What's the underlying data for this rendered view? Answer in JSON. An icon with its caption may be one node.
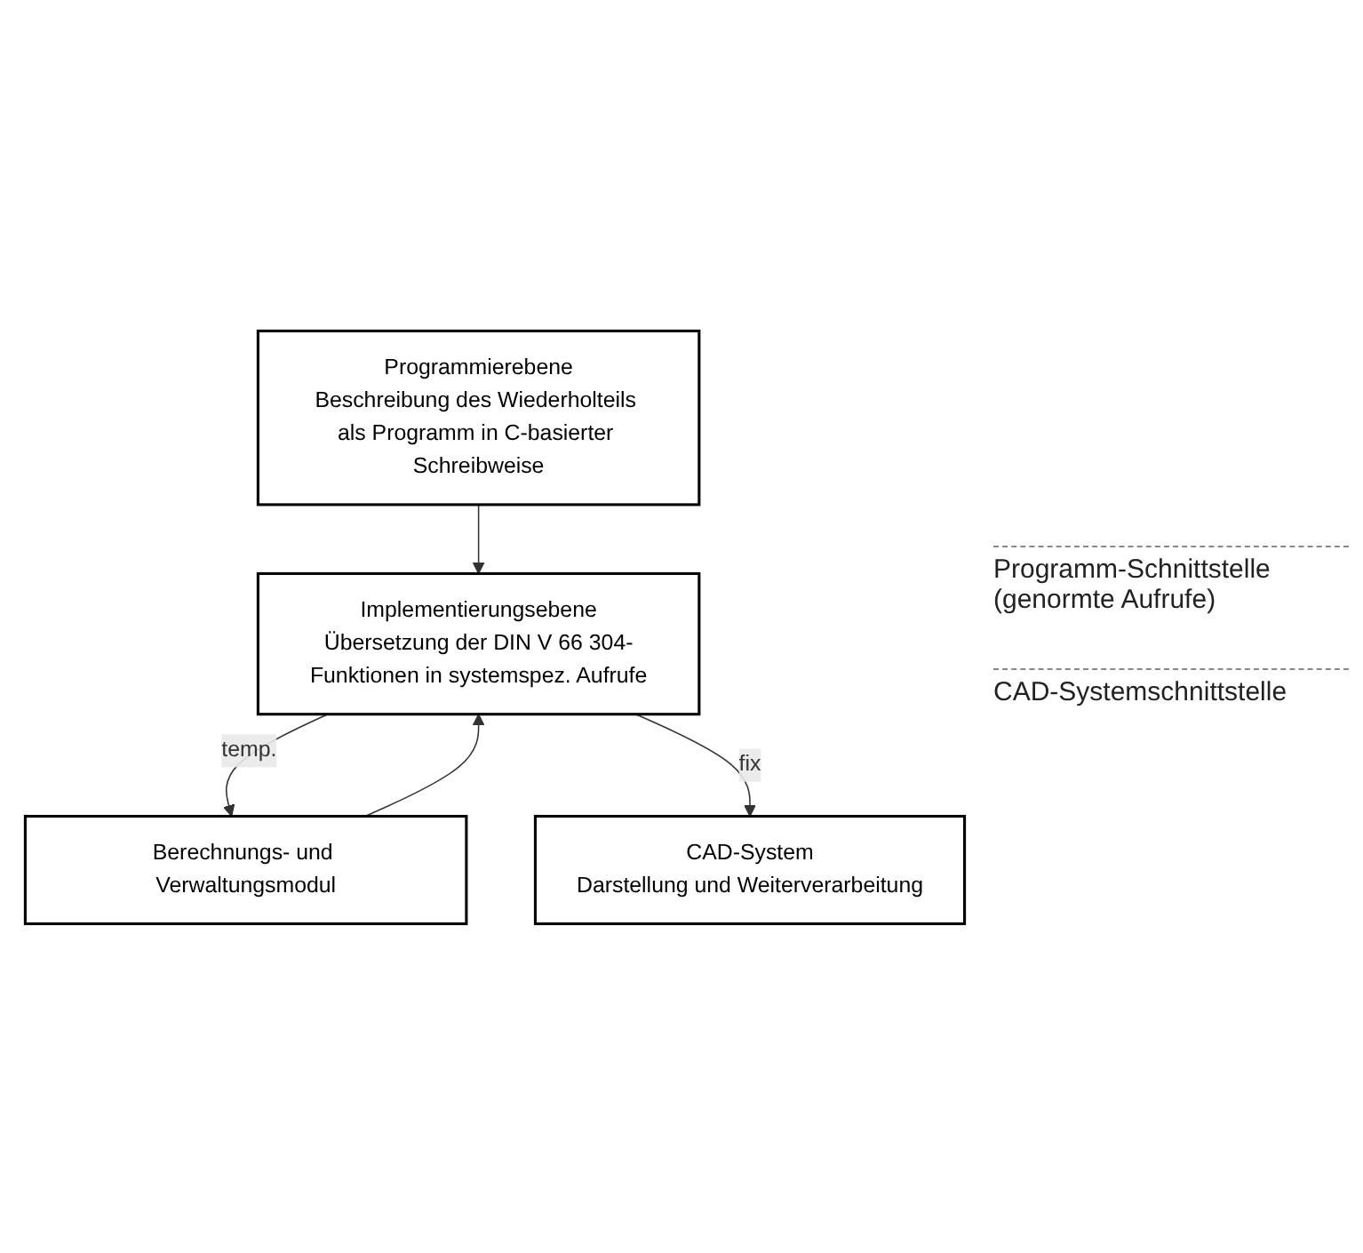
{
  "diagram": {
    "nodes": [
      {
        "text": [
          "Programmierebene",
          "Beschreibung des Wiederholteils als Programm in C-basierter Schreibweise"
        ]
      },
      {
        "text": [
          "Implementierungsebene",
          "Übersetzung der DIN V 66 304-Funktionen in systemspez. Aufrufe"
        ]
      },
      {
        "text": [
          "Berechnungs- und Verwaltungsmodul"
        ]
      },
      {
        "text": [
          "CAD-System",
          "Darstellung und Weiterverarbeitung"
        ]
      }
    ],
    "edges": [
      {
        "from": 0,
        "to": 1,
        "arrow": "to"
      },
      {
        "from": 1,
        "to": 2,
        "arrow": "to",
        "label": "temp."
      },
      {
        "from": 2,
        "to": 1,
        "arrow": "to"
      },
      {
        "from": 1,
        "to": 3,
        "arrow": "to",
        "label": "fix"
      }
    ],
    "labels": [
      "Programm-Schnittstelle (genormte Aufrufe)",
      "CAD-Systemschnittstelle"
    ]
  }
}
